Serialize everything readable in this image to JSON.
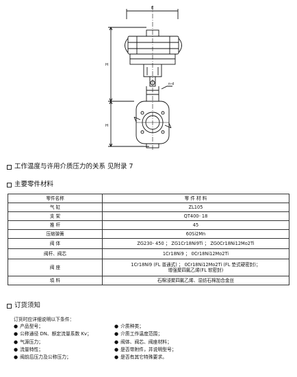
{
  "drawing": {
    "dim_labels": {
      "top": "E",
      "h1": "H",
      "h2": "H",
      "hole": "n-d"
    }
  },
  "sections": {
    "temp": "工作温度与许用介质压力的关系  见附录 7",
    "materials": "主要零件材料",
    "order": "订货须知"
  },
  "table": {
    "headers": [
      "零件名称",
      "零 件 材 料"
    ],
    "rows": [
      {
        "name": "气 缸",
        "lines": [
          "ZL105"
        ]
      },
      {
        "name": "支 架",
        "lines": [
          "QT400- 18"
        ]
      },
      {
        "name": "推 杆",
        "lines": [
          "45"
        ]
      },
      {
        "name": "压缩弹簧",
        "lines": [
          "60Si2Mn"
        ]
      },
      {
        "name": "阀 体",
        "lines": [
          "ZG230- 450   ；   ZG1Cr18Ni9Ti   ；   ZG0Cr18Ni12Mo2Ti"
        ]
      },
      {
        "name": "阀杆、阀芯",
        "lines": [
          "1Cr18Ni9   ；   0Cr18Ni12Mo2Ti"
        ]
      },
      {
        "name": "阀 座",
        "lines": [
          "1Cr18Ni9 (FL 普通式)   ；   0Cr18Ni12Mo2Ti (FL 垫式硬密封)；",
          "增强聚四氟乙烯(FL 软密封)"
        ]
      },
      {
        "name": "填 料",
        "lines": [
          "石棉浸聚四氟乙烯、湿纺石棉加合金丝"
        ]
      }
    ]
  },
  "order": {
    "intro": "订货时应详细说明以下条件：",
    "left": [
      "产品型号；",
      "公称通径 DN、额定流量系数 Kv；",
      "气源压力；",
      "流量特性；",
      "阀前后压力及公称压力；"
    ],
    "right": [
      "介质种类；",
      "介质工作温度范围；",
      "阀体、阀芯、阀座材料；",
      "是否带附件，并说明型号；",
      "是否有其它特殊要求。"
    ]
  }
}
